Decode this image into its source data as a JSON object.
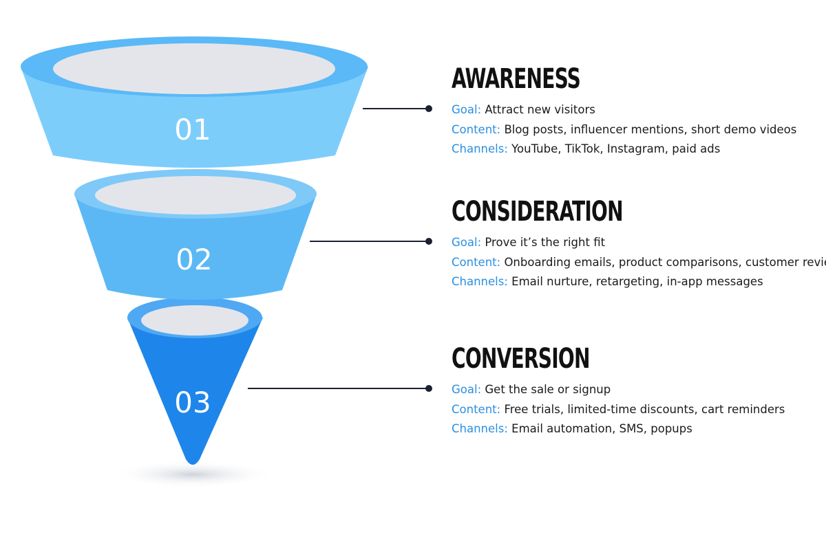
{
  "colors": {
    "accent_label": "#2b8fe0",
    "stage1": "#7dcdfb",
    "stage2": "#5bb8f5",
    "stage3": "#1e86ea",
    "heading": "#111111",
    "connector": "#1c2033"
  },
  "stages": [
    {
      "number": "01",
      "title": "AWARENESS",
      "goal_label": "Goal:",
      "goal": "Attract new visitors",
      "content_label": "Content:",
      "content": "Blog posts, influencer mentions, short demo videos",
      "channels_label": "Channels:",
      "channels": "YouTube, TikTok, Instagram, paid ads"
    },
    {
      "number": "02",
      "title": "CONSIDERATION",
      "goal_label": "Goal:",
      "goal": "Prove it’s the right fit",
      "content_label": "Content:",
      "content": "Onboarding emails, product comparisons, customer reviews",
      "channels_label": "Channels:",
      "channels": "Email nurture, retargeting, in-app messages"
    },
    {
      "number": "03",
      "title": "CONVERSION",
      "goal_label": "Goal:",
      "goal": "Get the sale or signup",
      "content_label": "Content:",
      "content": "Free trials, limited-time discounts, cart reminders",
      "channels_label": "Channels:",
      "channels": "Email automation, SMS, popups"
    }
  ]
}
